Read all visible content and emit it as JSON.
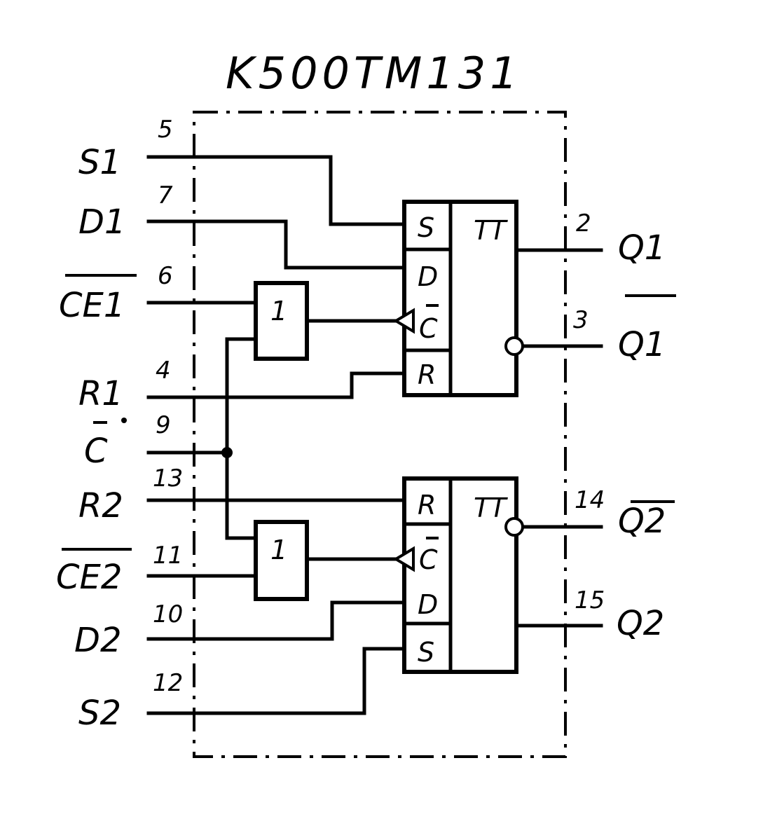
{
  "title": "K500TM131",
  "inputs": [
    {
      "signal": "S1",
      "pin": "5",
      "inverted": false
    },
    {
      "signal": "D1",
      "pin": "7",
      "inverted": false
    },
    {
      "signal": "CE1",
      "pin": "6",
      "inverted": true
    },
    {
      "signal": "R1",
      "pin": "4",
      "inverted": false
    },
    {
      "signal": "C",
      "pin": "9",
      "inverted": true
    },
    {
      "signal": "R2",
      "pin": "13",
      "inverted": false
    },
    {
      "signal": "CE2",
      "pin": "11",
      "inverted": true
    },
    {
      "signal": "D2",
      "pin": "10",
      "inverted": false
    },
    {
      "signal": "S2",
      "pin": "12",
      "inverted": false
    }
  ],
  "outputs": [
    {
      "signal": "Q1",
      "pin": "2",
      "inverted": false
    },
    {
      "signal": "Q1",
      "pin": "3",
      "inverted": true
    },
    {
      "signal": "Q2",
      "pin": "14",
      "inverted": true
    },
    {
      "signal": "Q2",
      "pin": "15",
      "inverted": false
    }
  ],
  "flipflop1": {
    "label": "TT",
    "cells": [
      "S",
      "D",
      "C",
      "R"
    ]
  },
  "flipflop2": {
    "label": "TT",
    "cells": [
      "R",
      "C",
      "D",
      "S"
    ]
  },
  "gate1": {
    "label": "1"
  },
  "gate2": {
    "label": "1"
  }
}
